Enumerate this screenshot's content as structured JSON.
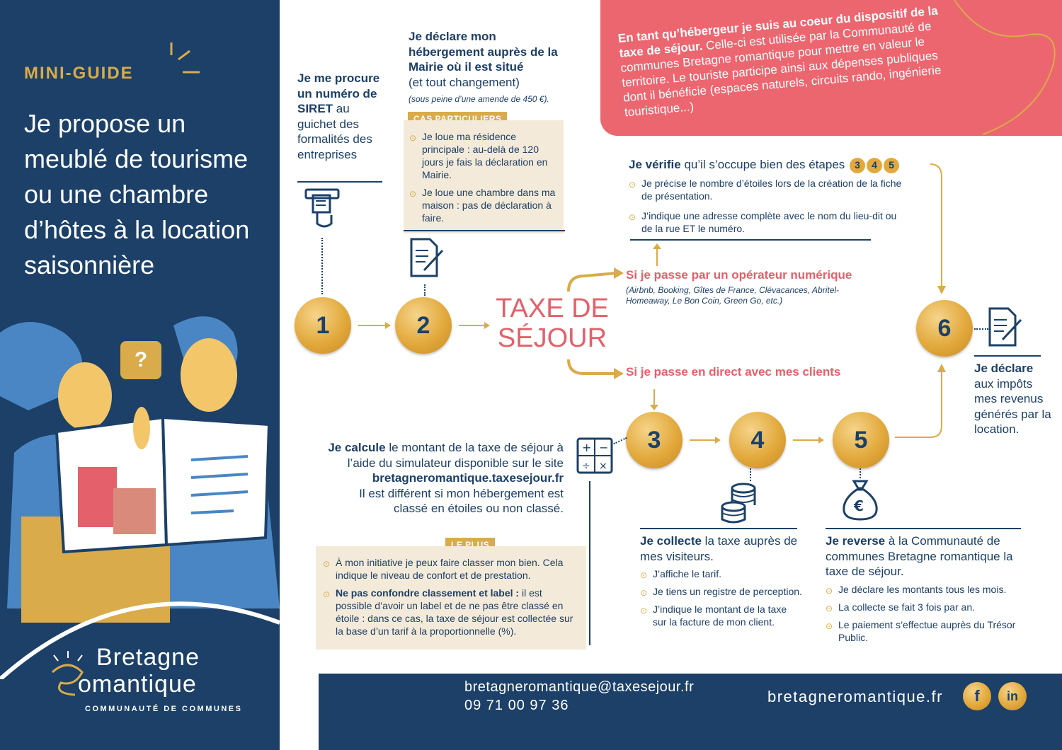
{
  "sidebar": {
    "mini_guide": "MINI-GUIDE",
    "title": "Je propose un meublé de tourisme ou une chambre d’hôtes à la location saisonnière",
    "question_mark": "?",
    "logo_line1": "Bretagne",
    "logo_line2": "omantique",
    "logo_sub": "COMMUNAUTÉ DE COMMUNES"
  },
  "pink_box": {
    "bold": "En tant qu’hébergeur je suis au coeur du dispositif de la taxe de séjour.",
    "text": " Celle-ci est utilisée par la Communauté de communes Bretagne romantique pour mettre en valeur le territoire. Le touriste participe ainsi aux dépenses publiques dont il bénéficie (espaces naturels, circuits rando, ingénierie touristique...)"
  },
  "step1": {
    "number": "1",
    "bold": "Je me procure un numéro de SIRET",
    "text": " au guichet des formalités des entreprises"
  },
  "step2": {
    "number": "2",
    "bold": "Je déclare mon hébergement auprès de la Mairie où il est situé",
    "text": "(et tout changement)",
    "note": "(sous peine d’une amende de 450 €).",
    "tag": "CAS PARTICULIERS",
    "items": [
      "Je loue ma résidence principale : au-delà de 120 jours je fais la déclaration en Mairie.",
      "Je loue une chambre dans ma maison :  pas de déclaration à faire."
    ]
  },
  "center": {
    "line1": "TAXE DE",
    "line2": "SÉJOUR"
  },
  "branch_top": {
    "label": "Si je passe par un opérateur numérique",
    "note": "(Airbnb, Booking, Gîtes de France, Clévacances, Abritel-Homeaway, Le Bon Coin, Green Go, etc.)"
  },
  "branch_bottom": {
    "label": "Si je passe en direct avec mes clients"
  },
  "verify": {
    "bold": "Je vérifie",
    "text": " qu’il s’occupe bien des étapes",
    "badges": [
      "3",
      "4",
      "5"
    ],
    "items": [
      "Je précise le nombre d’étoiles lors de la création de la fiche de présentation.",
      "J’indique une adresse complète avec le nom du lieu-dit ou de la rue ET le numéro."
    ]
  },
  "step3": {
    "number": "3",
    "bold": "Je calcule",
    "text1": " le montant de la taxe de séjour à l’aide du simulateur disponible sur le site",
    "site": "bretagneromantique.taxesejour.fr",
    "text2": "Il est différent si mon hébergement est classé en étoiles ou non classé.",
    "tag": "LE PLUS",
    "item1": "À mon initiative je peux faire classer mon bien. Cela indique le niveau de confort et de prestation.",
    "item2_bold": "Ne pas confondre classement et label :",
    "item2_text": " il est possible d’avoir un label et de ne pas être classé en étoile : dans ce cas, la taxe de séjour est collectée sur la base d’un tarif à la proportionnelle (%)."
  },
  "step4": {
    "number": "4",
    "bold": "Je collecte",
    "text": " la taxe auprès de mes visiteurs.",
    "items": [
      "J’affiche le tarif.",
      "Je tiens un registre de perception.",
      "J’indique le montant de la taxe sur la facture de mon client."
    ]
  },
  "step5": {
    "number": "5",
    "bold": "Je reverse",
    "text": " à la Communauté de communes Bretagne romantique la taxe de séjour.",
    "items": [
      "Je déclare les montants tous les mois.",
      "La collecte se fait 3 fois par an.",
      "Le paiement s’effectue auprès du Trésor Public."
    ]
  },
  "step6": {
    "number": "6",
    "bold": "Je déclare",
    "text": " aux impôts mes revenus générés par la location."
  },
  "footer": {
    "email": "bretagneromantique@taxesejour.fr",
    "phone": "09 71 00 97 36",
    "website": "bretagneromantique.fr",
    "facebook": "f",
    "linkedin": "in"
  },
  "colors": {
    "navy": "#1c4068",
    "gold": "#d9ab4a",
    "pink": "#e4606a",
    "beige": "#f4ead9"
  }
}
